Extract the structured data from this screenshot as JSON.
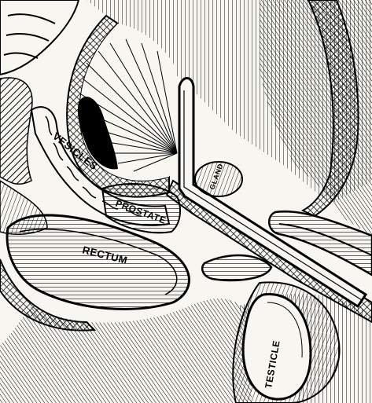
{
  "labels": {
    "vesicles": "VESICLES",
    "prostate": "PROSTATE",
    "rectum": "RECTUM",
    "gland": "GLAND",
    "testicle": "TESTICLE"
  },
  "palette": {
    "ink": "#000000",
    "paper": "#f7f6f1"
  }
}
